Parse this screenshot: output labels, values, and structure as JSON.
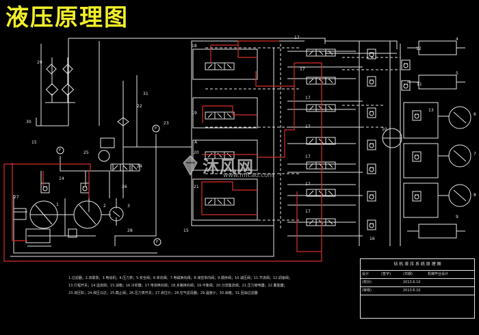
{
  "title": "液压原理图",
  "watermark": {
    "text": "沐风网",
    "url": "www.mfcad.com"
  },
  "component_numbers": [
    "1",
    "2",
    "3",
    "4",
    "5",
    "6",
    "7",
    "8",
    "9",
    "10",
    "11",
    "12",
    "13",
    "14",
    "15",
    "16",
    "17",
    "18",
    "19",
    "20",
    "21",
    "22",
    "23",
    "24",
    "25",
    "26",
    "27",
    "28",
    "29",
    "30",
    "31"
  ],
  "labels": {
    "n1": "1",
    "n2": "2",
    "n3": "3",
    "n4": "4",
    "n5": "5",
    "n6": "6",
    "n7": "7",
    "n8": "8",
    "n9": "9",
    "n10": "10",
    "n11": "11",
    "n12": "12",
    "n13": "13",
    "n14": "14",
    "n15": "15",
    "n16": "16",
    "n17": "17",
    "n18": "18",
    "n19": "19",
    "n20": "20",
    "n21": "21",
    "n22": "22",
    "n23": "23",
    "n24": "24",
    "n25": "25",
    "n26": "26",
    "n27": "27",
    "n28": "28",
    "n29": "29",
    "n30": "30",
    "n31": "31",
    "port_a": "A",
    "gauge": "P"
  },
  "notes": [
    "1.过滤器；2.双联泵；3.电动机；4.压力表；5.安全阀；6.单向阀；7.电磁换向阀；8.液控单向阀；9.顺序阀；10.减压阀；11.节流阀；12.调速阀；",
    "13.行程开关；14.溢流阀；15.油箱；16.冷却器；17.电液换向阀；18.多路换向阀；19.平衡阀；20.分流集流阀；21.压力继电器；22.蓄能器；",
    "23.液压缸；24.液压马达；25.截止阀；26.压力表开关；27.液位计；28.空气滤清器；29.温度计；30.油箱；31.回油过滤器"
  ],
  "title_block": {
    "header": "钻 机 液 压 系 统 原 理 图",
    "rows": [
      {
        "c1": "设计",
        "c2": "(签字)",
        "c3": "(日期)",
        "c4": "机械毕业设计"
      },
      {
        "c1": "(校对)",
        "c2": "",
        "c3": "2013.6.10",
        "c4": ""
      },
      {
        "c1": "(审核)",
        "c2": "",
        "c3": "2013.6.10",
        "c4": ""
      }
    ]
  },
  "colors": {
    "title": "#f2ef2a",
    "line": "#e9e9e9",
    "highlight": "#d8312b",
    "background": "#000000"
  }
}
